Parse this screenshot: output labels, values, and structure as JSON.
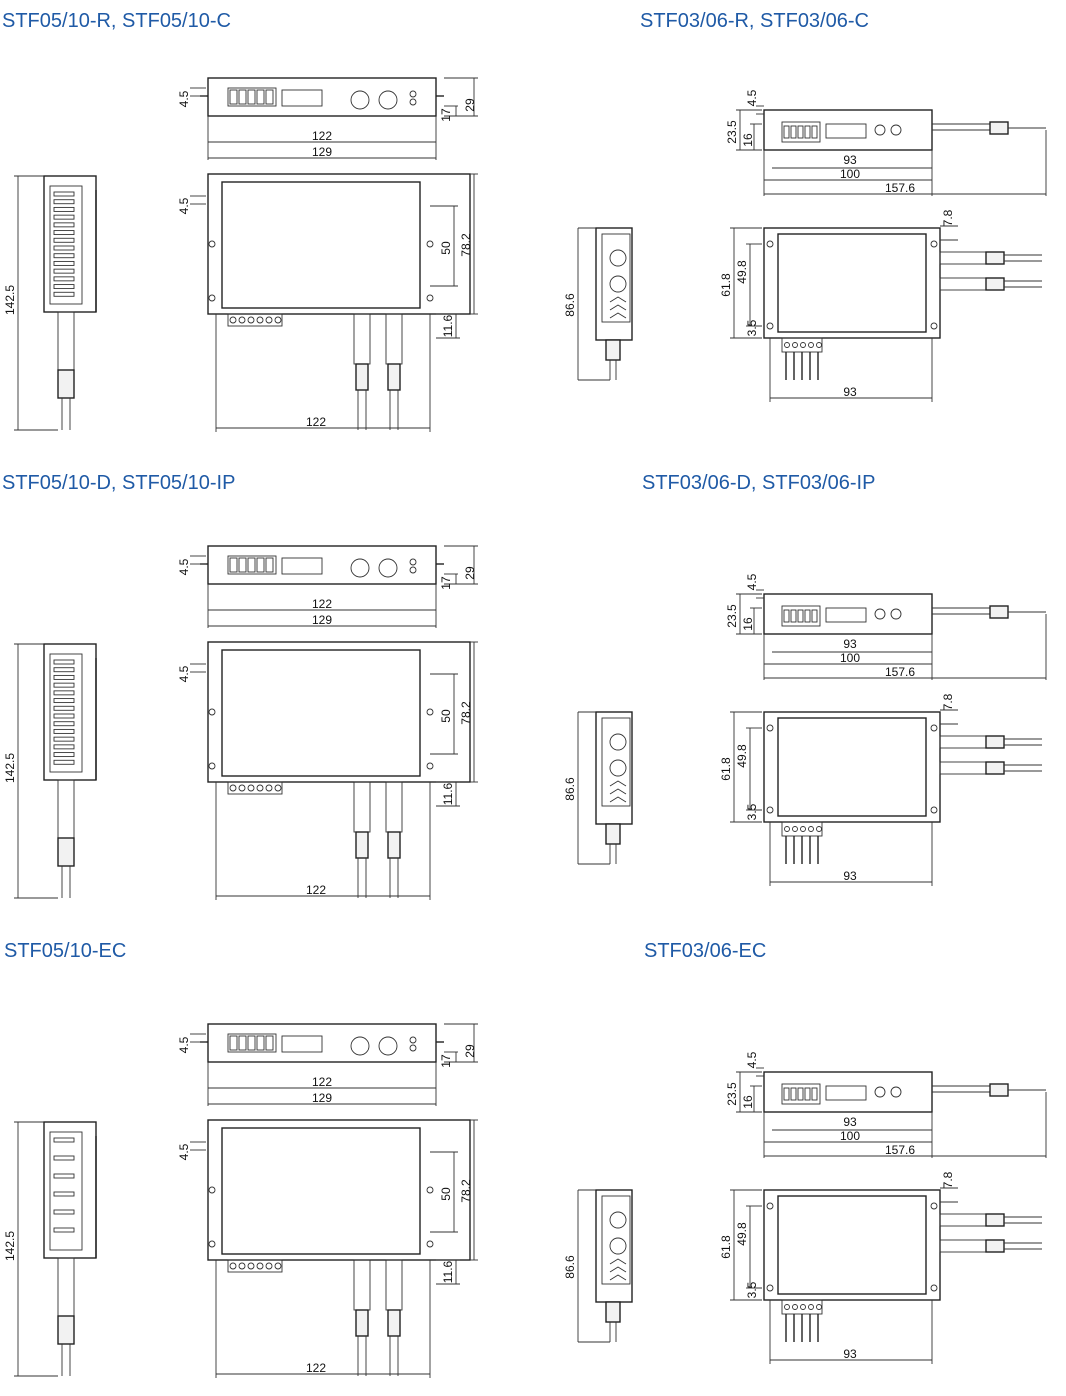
{
  "titles": {
    "stf0510_rc": "STF05/10-R, STF05/10-C",
    "stf0306_rc": "STF03/06-R, STF03/06-C",
    "stf0510_dip": "STF05/10-D, STF05/10-IP",
    "stf0306_dip": "STF03/06-D, STF03/06-IP",
    "stf0510_ec": "STF05/10-EC",
    "stf0306_ec": "STF03/06-EC"
  },
  "dims_0510": {
    "mount_offset": "4.5",
    "depth_connector": "17",
    "depth_total": "29",
    "width_body": "122",
    "width_total": "129",
    "hole_pitch": "50",
    "height_body": "78.2",
    "cable_offset": "11.6",
    "width_bottom": "122",
    "length_side": "142.5"
  },
  "dims_0306": {
    "mount_offset": "4.5",
    "depth_total": "23.5",
    "depth_connector": "16",
    "width_body": "93",
    "width_total": "100",
    "width_cable": "157.6",
    "cable_offset": "7.8",
    "height_total": "61.8",
    "hole_pitch": "49.8",
    "bottom_offset": "3.5",
    "width_bottom": "93",
    "length_side": "86.6"
  },
  "colors": {
    "title": "#1f5aa6",
    "line": "#222222"
  }
}
